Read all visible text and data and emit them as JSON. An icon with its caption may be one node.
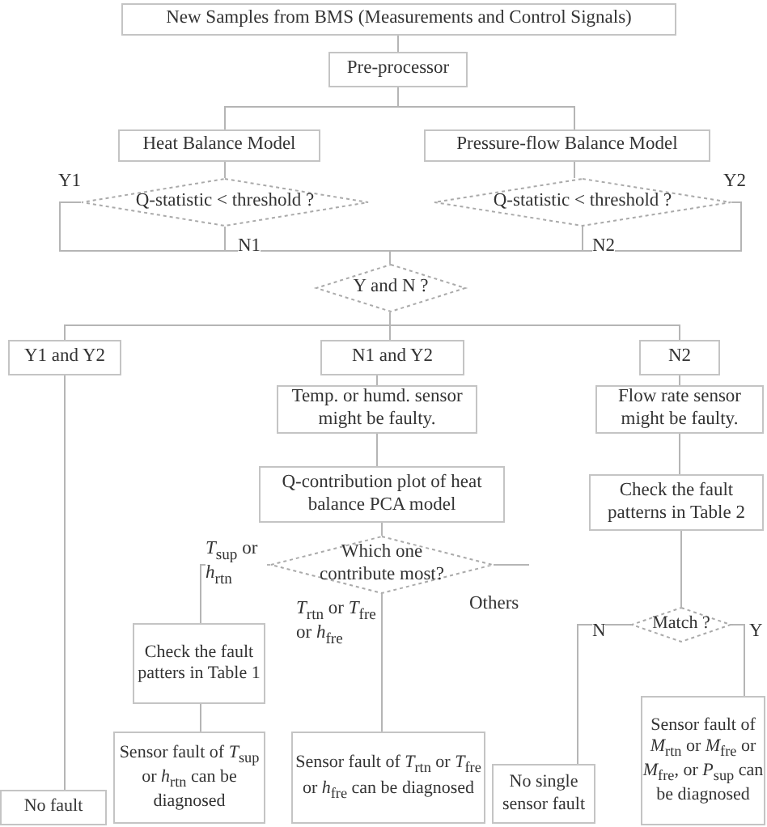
{
  "diagram": {
    "nodes": [
      {
        "text": [
          "New Samples from BMS (Measurements and Control Signals)"
        ]
      },
      {
        "text": [
          "Pre-processor"
        ]
      },
      {
        "text": [
          "Heat Balance Model"
        ]
      },
      {
        "text": [
          "Pressure-flow Balance Model"
        ]
      },
      {
        "text": [
          "Q-statistic < threshold ?"
        ]
      },
      {
        "text": [
          "Q-statistic < threshold ?"
        ]
      },
      {
        "text": [
          "Y and N ?"
        ]
      },
      {
        "text": [
          "Y1 and Y2"
        ]
      },
      {
        "text": [
          "N1 and Y2"
        ]
      },
      {
        "text": [
          "N2"
        ]
      },
      {
        "text": [
          "Temp. or humd. sensor might be faulty."
        ]
      },
      {
        "text": [
          "Flow rate sensor might be faulty."
        ]
      },
      {
        "text": [
          "Q-contribution plot of heat balance PCA model"
        ]
      },
      {
        "text": [
          "Check the fault patterns in Table 2"
        ]
      },
      {
        "text": [
          "Which one contribute most?"
        ]
      },
      {
        "text": [
          "Check the fault patters in Table 1"
        ]
      },
      {
        "text": [
          "Match ?"
        ]
      },
      {
        "text": [
          "Sensor fault of *T*$_{sup}$ or *h*$_{rtn}$ can be diagnosed"
        ]
      },
      {
        "text": [
          "Sensor fault of *T*$_{rtn}$ or *T*$_{fre}$ or *h*$_{fre}$ can be diagnosed"
        ]
      },
      {
        "text": [
          "No single sensor fault"
        ]
      },
      {
        "text": [
          "Sensor fault of *M*$_{rtn}$ or *M*$_{fre}$ or *M*$_{fre}$, or *P*$_{sup}$ can be diagnosed"
        ]
      },
      {
        "text": [
          "No fault"
        ]
      }
    ],
    "edges": [
      {
        "from": 0,
        "to": 1,
        "arrow": "none"
      },
      {
        "from": 1,
        "to": 2,
        "arrow": "none"
      },
      {
        "from": 1,
        "to": 3,
        "arrow": "none"
      },
      {
        "from": 2,
        "to": 4,
        "arrow": "none"
      },
      {
        "from": 3,
        "to": 5,
        "arrow": "none"
      },
      {
        "from": 4,
        "to": 6,
        "label": "Y1",
        "arrow": "none"
      },
      {
        "from": 4,
        "to": 6,
        "label": "N1",
        "arrow": "none"
      },
      {
        "from": 5,
        "to": 6,
        "label": "N2",
        "arrow": "none"
      },
      {
        "from": 5,
        "to": 6,
        "label": "Y2",
        "arrow": "none"
      },
      {
        "from": 6,
        "to": 7,
        "arrow": "none"
      },
      {
        "from": 6,
        "to": 8,
        "arrow": "none"
      },
      {
        "from": 6,
        "to": 9,
        "arrow": "none"
      },
      {
        "from": 8,
        "to": 10,
        "arrow": "none"
      },
      {
        "from": 9,
        "to": 11,
        "arrow": "none"
      },
      {
        "from": 10,
        "to": 12,
        "arrow": "none"
      },
      {
        "from": 11,
        "to": 13,
        "arrow": "none"
      },
      {
        "from": 12,
        "to": 14,
        "arrow": "none"
      },
      {
        "from": 13,
        "to": 16,
        "arrow": "none"
      },
      {
        "from": 14,
        "to": 15,
        "label": "*T*$_{sup}$ or *h*$_{rtn}$",
        "arrow": "none"
      },
      {
        "from": 14,
        "to": 18,
        "label": "*T*$_{rtn}$ or *T*$_{fre}$ or *h*$_{fre}$",
        "arrow": "none"
      },
      {
        "from": 14,
        "to": null,
        "label": "Others",
        "arrow": "none"
      },
      {
        "from": 16,
        "to": 19,
        "label": "N",
        "arrow": "none"
      },
      {
        "from": 16,
        "to": 20,
        "label": "Y",
        "arrow": "none"
      },
      {
        "from": 15,
        "to": 17,
        "arrow": "none"
      },
      {
        "from": 7,
        "to": 21,
        "arrow": "none"
      }
    ]
  }
}
